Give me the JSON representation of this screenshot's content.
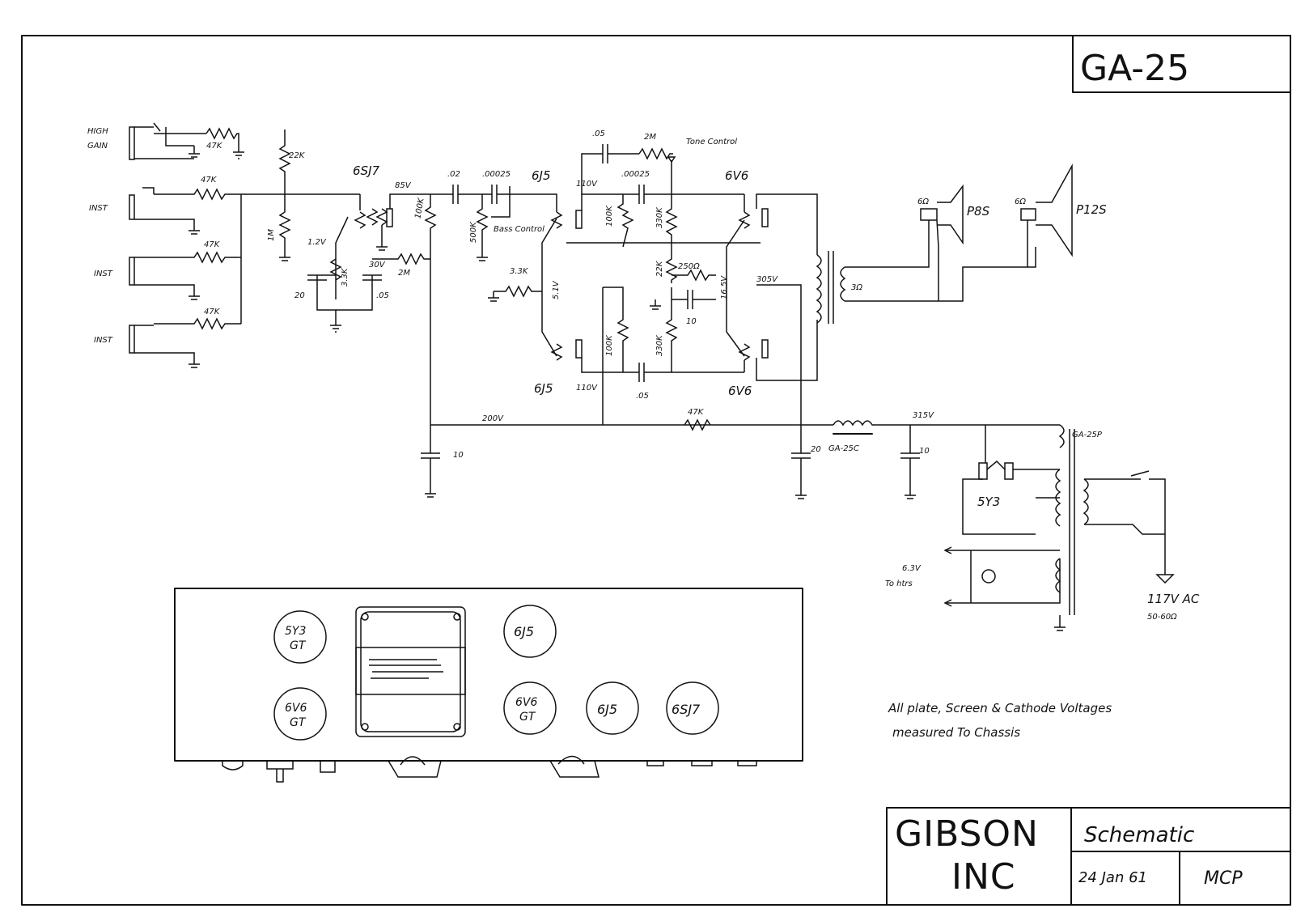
{
  "title_block": {
    "model": "GA-25",
    "company_line1": "GIBSON",
    "company_line2": "INC",
    "drawing_type": "Schematic",
    "date": "24 Jan 61",
    "initials": "MCP"
  },
  "note": {
    "line1": "All plate, Screen & Cathode Voltages",
    "line2": "measured To Chassis"
  },
  "inputs": [
    {
      "label_line1": "HIGH",
      "label_line2": "GAIN"
    },
    {
      "label_line1": "INST",
      "label_line2": ""
    },
    {
      "label_line1": "INST",
      "label_line2": ""
    },
    {
      "label_line1": "INST",
      "label_line2": ""
    }
  ],
  "tubes": {
    "v1": "6SJ7",
    "v2": "6J5",
    "v3": "6J5",
    "v4": "6V6",
    "v5": "6V6",
    "rectifier": "5Y3"
  },
  "components": {
    "r_hg_47k": "47K",
    "r_22k": "22K",
    "r_in2_47k": "47K",
    "r_in3_47k": "47K",
    "r_in4_47k": "47K",
    "r_1m": "1M",
    "v1_cathode_v": "1.2V",
    "c_20": "20",
    "r_3_3k_cath": "3.3K",
    "c_05_screen": ".05",
    "screen_v": "30V",
    "r_2m_screen": "2M",
    "plate_v1": "85V",
    "r_100k_v1": "100K",
    "c_02": ".02",
    "c_00025_bass": ".00025",
    "r_500k_bass": "500K",
    "bass_control": "Bass Control",
    "r_3_3k_pi": "3.3K",
    "pi_cathode_v": "5.1V",
    "c_05_tone": ".05",
    "r_2m_tone": "2M",
    "tone_control": "Tone Control",
    "plate_pi_top": "110V",
    "c_00025_pi": ".00025",
    "r_100k_pi_a": "100K",
    "r_100k_pi_b": "100K",
    "r_330k_a": "330K",
    "r_330k_b": "330K",
    "r_22k_b": "22K",
    "r_250_ohm": "250Ω",
    "c_10_cath": "10",
    "output_cathode_v": "16.5V",
    "plate_pi_bot": "110V",
    "c_05_bot": ".05",
    "out_plate_v": "305V",
    "output_z": "3Ω",
    "spk_z1": "6Ω",
    "spk_z2": "6Ω",
    "speaker_1": "P8S",
    "speaker_2": "P12S",
    "b_plus_200": "200V",
    "r_47k_dropping": "47K",
    "c_10_a": "10",
    "c_20_filter": "20",
    "choke": "GA-25C",
    "b_plus_315": "315V",
    "c_10_filter": "10",
    "power_transformer": "GA-25P",
    "heater_line1": "6.3V",
    "heater_line2": "To htrs",
    "mains_line1": "117V AC",
    "mains_line2": "50-60Ω"
  },
  "chassis": {
    "tube_a_line1": "5Y3",
    "tube_a_line2": "GT",
    "tube_b_line1": "6V6",
    "tube_b_line2": "GT",
    "tube_c_line1": "6J5",
    "tube_d_line1": "6V6",
    "tube_d_line2": "GT",
    "tube_e_line1": "6J5",
    "tube_f_line1": "6SJ7"
  }
}
